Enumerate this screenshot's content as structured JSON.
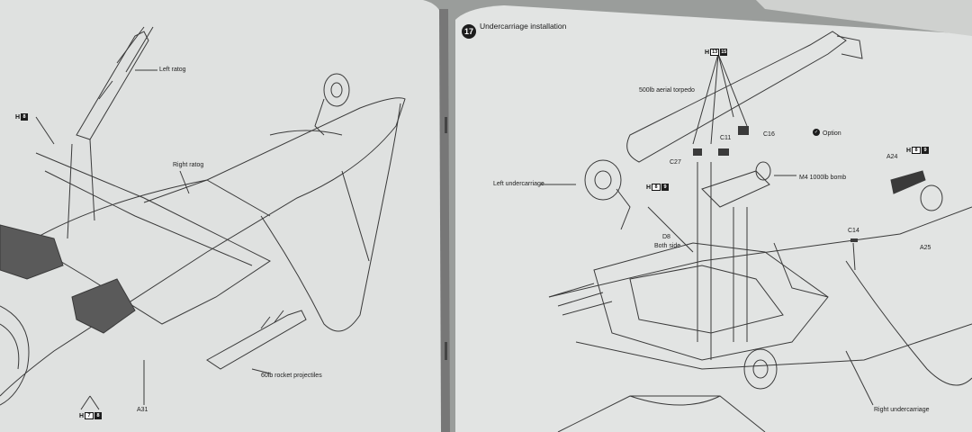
{
  "left_page": {
    "labels": {
      "left_ratog": "Left ratog",
      "right_ratog": "Right ratog",
      "rocket": "60lb rocket projectiles",
      "a31": "A31",
      "h_badge_top": {
        "letter": "H",
        "num1": "8",
        "num2": ""
      },
      "h_badge_bottom": {
        "letter": "H",
        "num1": "7",
        "num2": "8"
      }
    }
  },
  "right_page": {
    "step_number": "17",
    "step_title": "Undercarriage installation",
    "labels": {
      "torpedo": "500lb aerial torpedo",
      "option": "Option",
      "bomb": "M4 1000lb bomb",
      "left_undercarriage": "Left undercarriage",
      "right_undercarriage": "Right undercarriage",
      "c11": "C11",
      "c16": "C16",
      "c27": "C27",
      "a24": "A24",
      "a25": "A25",
      "c14": "C14",
      "d8": "D8",
      "both_side": "Both side",
      "h_torpedo": {
        "letter": "H",
        "num1": "13",
        "num2": "15"
      },
      "h_d8": {
        "letter": "H",
        "num1": "8",
        "num2": "9"
      },
      "h_a24": {
        "letter": "H",
        "num1": "8",
        "num2": "9"
      }
    }
  },
  "colors": {
    "paper": "#e4e6e5",
    "line": "#3a3a3a",
    "badge": "#1d1d1d",
    "background": "#9a9d9b"
  }
}
